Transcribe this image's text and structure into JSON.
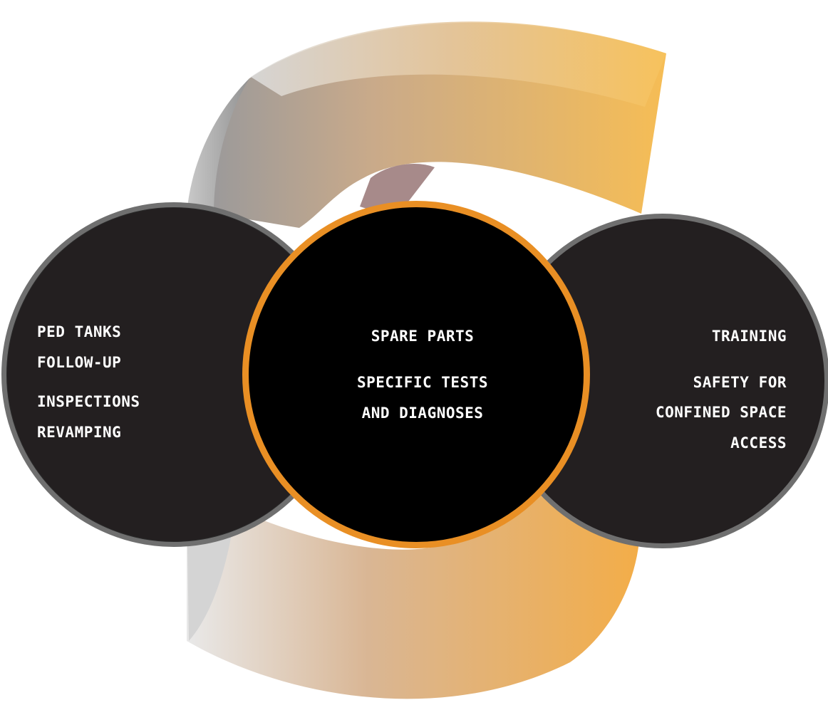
{
  "colors": {
    "accent_orange": "#e98f24",
    "circle_dark": "#231f20",
    "circle_border_gray": "#6f6f6f",
    "text_white": "#ffffff",
    "gradient_light": "#e6e6e6",
    "gradient_gold": "#f6c15c"
  },
  "background_logo": {
    "icon": "letter-s-logo-icon"
  },
  "left_circle": {
    "items": [
      "PED TANKS",
      "FOLLOW-UP",
      "INSPECTIONS",
      "REVAMPING"
    ]
  },
  "center_circle": {
    "items": [
      "SPARE PARTS",
      "SPECIFIC TESTS",
      "AND DIAGNOSES"
    ]
  },
  "right_circle": {
    "items": [
      "TRAINING",
      "SAFETY FOR",
      "CONFINED SPACE",
      "ACCESS"
    ]
  }
}
